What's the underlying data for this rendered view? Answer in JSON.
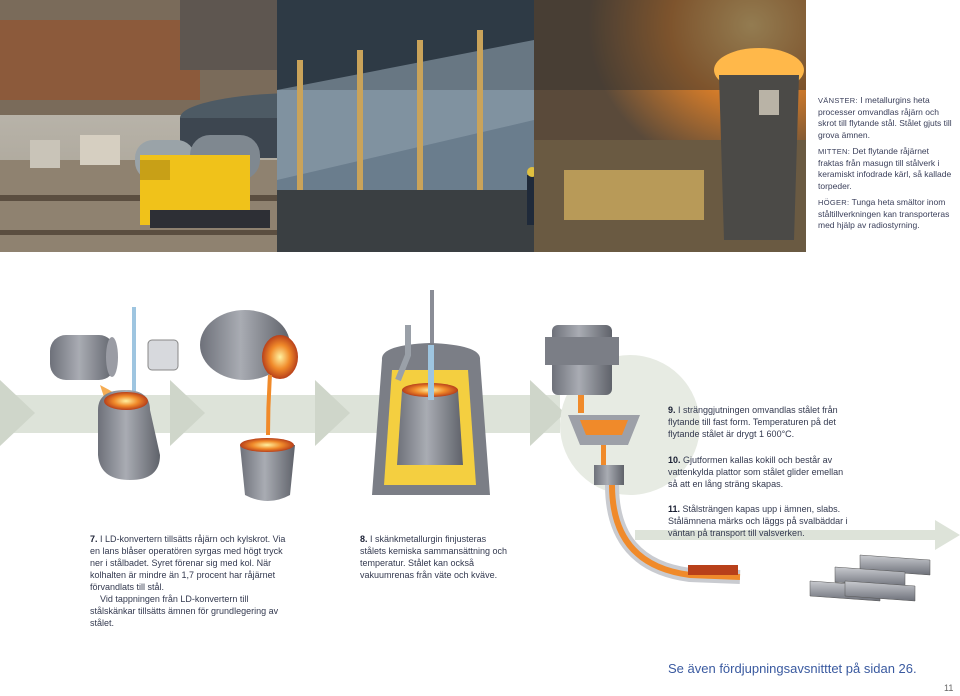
{
  "photos": [
    {
      "name": "Stålverk med torpedvagnar och lok"
    },
    {
      "name": "Hall med gjutskänkar"
    },
    {
      "name": "Glödande skänk i stålverk"
    }
  ],
  "caption": {
    "left_label": "VÄNSTER:",
    "left_text": "I metallurgins heta processer omvandlas råjärn och skrot till flytande stål. Stålet gjuts till grova ämnen.",
    "mid_label": "MITTEN:",
    "mid_text": "Det flytande råjärnet fraktas från masugn till stålverk i keramiskt infodrade kärl, så kallade torpeder.",
    "right_label": "HÖGER:",
    "right_text": "Tunga heta smältor inom ståltillverkningen kan transporteras med hjälp av radiostyrning."
  },
  "steps": {
    "s7": {
      "num": "7.",
      "text": "I LD-konvertern tillsätts råjärn och kylskrot. Via en lans blåser operatören syrgas med högt tryck ner i stålbadet. Syret förenar sig med kol. När kolhalten är mindre än 1,7 procent har råjärnet förvandlats till stål.",
      "text2": "Vid tappningen från LD-konvertern till stålskänkar tillsätts ämnen för grundlegering av stålet."
    },
    "s8": {
      "num": "8.",
      "text": "I skänkmetallurgin finjusteras stålets kemiska sammansättning och temperatur. Stålet kan också vakuumrenas från väte och kväve."
    },
    "s9": {
      "num": "9.",
      "text": "I stränggjutningen omvandlas stålet från flytande till fast form. Temperaturen på det flytande stålet är drygt 1 600°C."
    },
    "s10": {
      "num": "10.",
      "text": "Gjutformen kallas kokill och består av vattenkylda plattor som stålet glider emellan så att en lång sträng skapas."
    },
    "s11": {
      "num": "11.",
      "text": "Stålsträngen kapas upp i ämnen, slabs. Stålämnena märks och läggs på svalbäddar i väntan på transport till valsverken."
    }
  },
  "footer": {
    "reference": "Se även fördjupningsavsnitttet på sidan 26.",
    "page_number": "11"
  },
  "colors": {
    "accent_blue": "#3a5aa0",
    "arrow_grey": "#dde3d9",
    "molten_orange": "#e8701a",
    "vessel_grey": "#8a8d96"
  }
}
